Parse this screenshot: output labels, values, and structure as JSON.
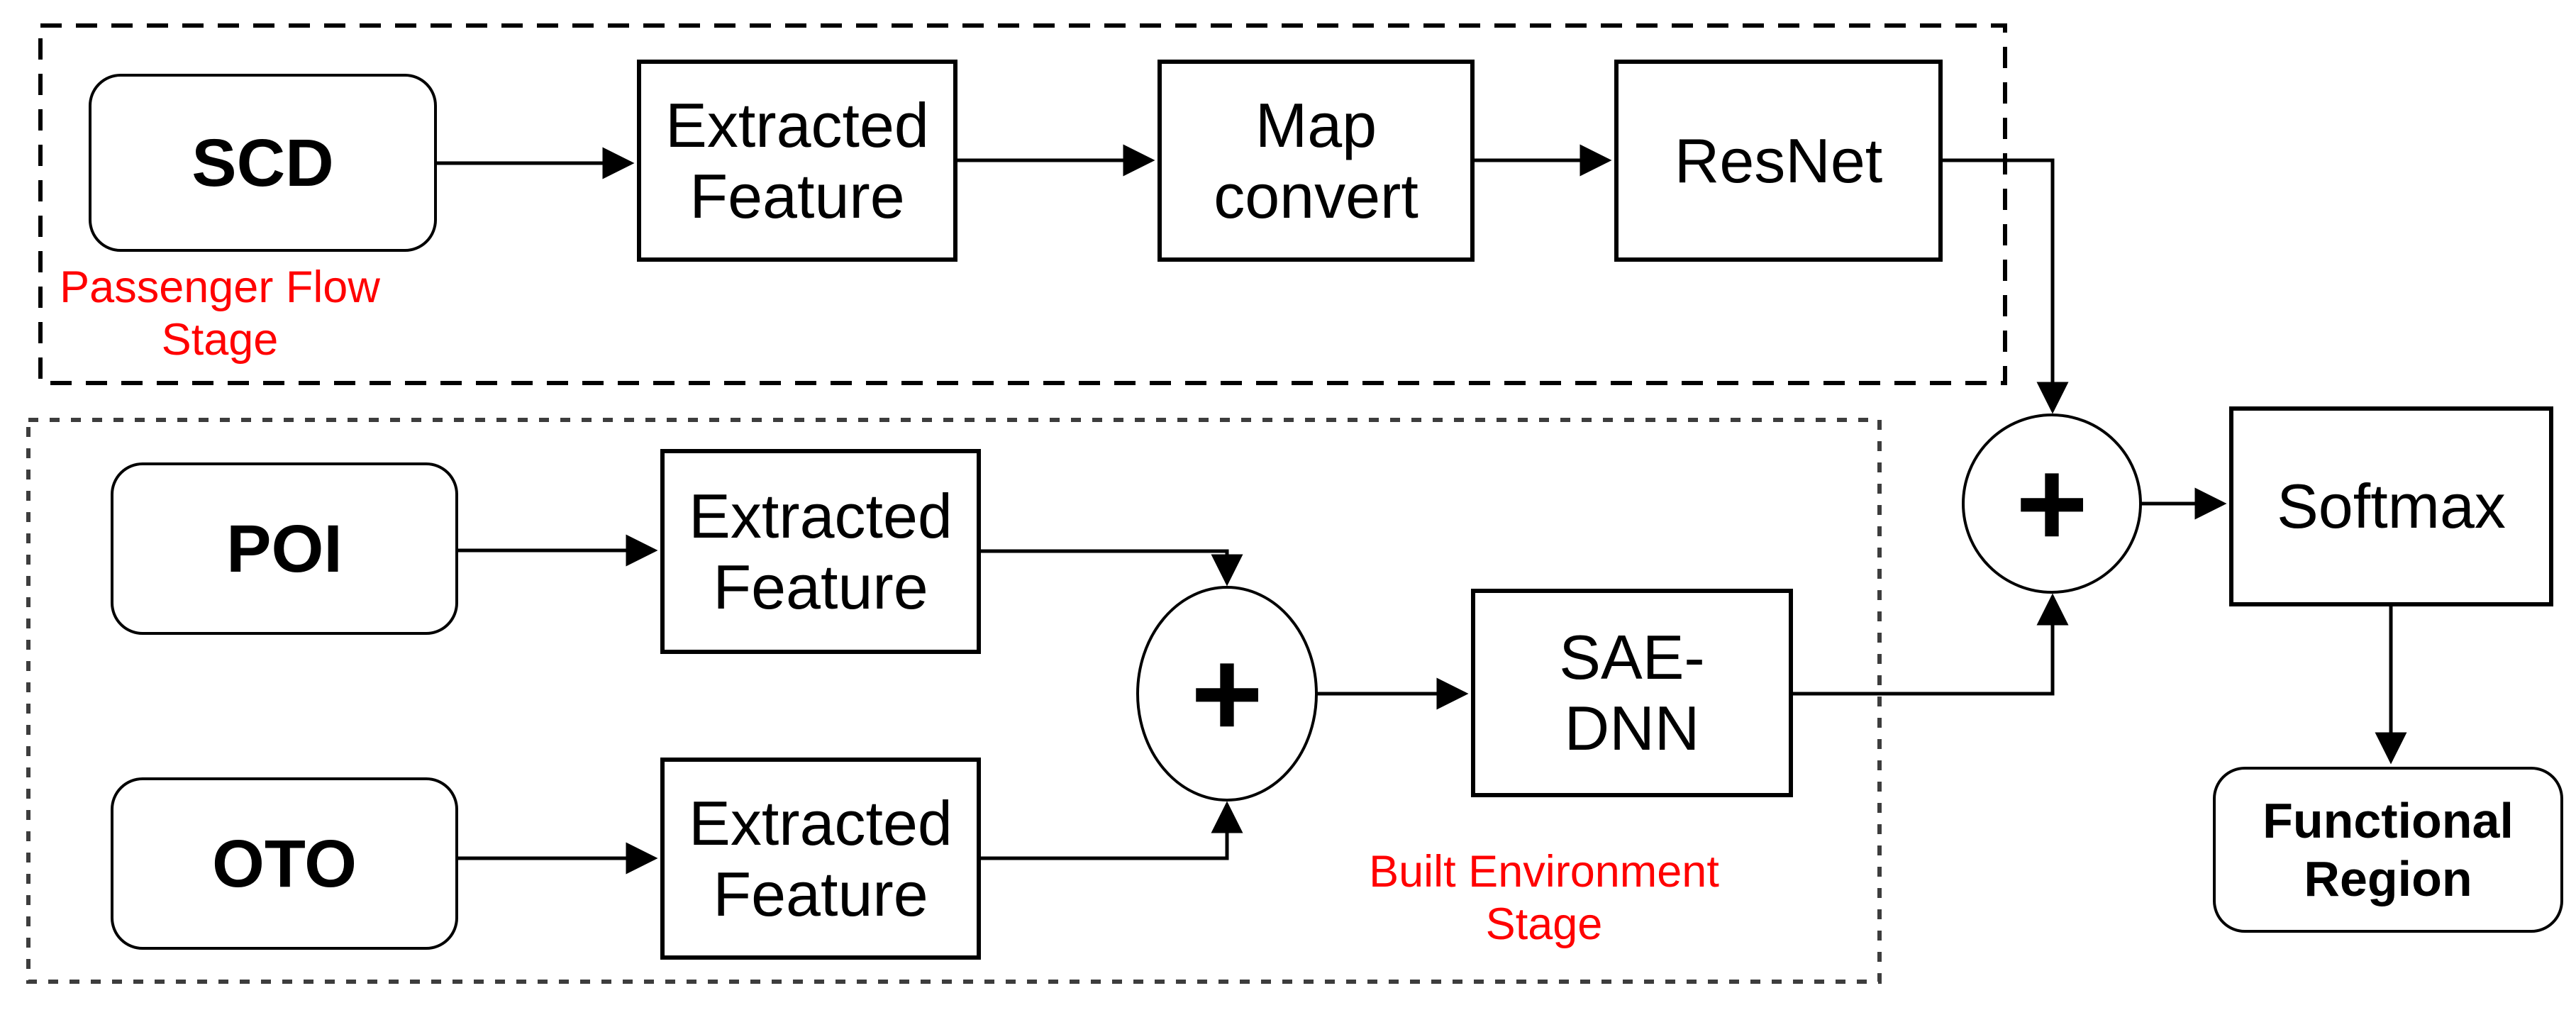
{
  "diagram": {
    "stages": {
      "passenger_flow": {
        "line1": "Passenger Flow",
        "line2": "Stage"
      },
      "built_environment": {
        "line1": "Built Environment",
        "line2": "Stage"
      }
    },
    "nodes": {
      "scd": {
        "label": "SCD"
      },
      "extracted_feature_scd": {
        "line1": "Extracted",
        "line2": "Feature"
      },
      "map_convert": {
        "line1": "Map",
        "line2": "convert"
      },
      "resnet": {
        "label": "ResNet"
      },
      "poi": {
        "label": "POI"
      },
      "extracted_feature_poi": {
        "line1": "Extracted",
        "line2": "Feature"
      },
      "oto": {
        "label": "OTO"
      },
      "extracted_feature_oto": {
        "line1": "Extracted",
        "line2": "Feature"
      },
      "sae_dnn": {
        "line1": "SAE-",
        "line2": "DNN"
      },
      "softmax": {
        "label": "Softmax"
      },
      "functional_region": {
        "line1": "Functional",
        "line2": "Region"
      }
    },
    "operators": {
      "built_sum": "+",
      "final_sum": "+"
    },
    "colors": {
      "stage_label": "#ff0000",
      "line": "#000000",
      "background": "#ffffff"
    }
  }
}
